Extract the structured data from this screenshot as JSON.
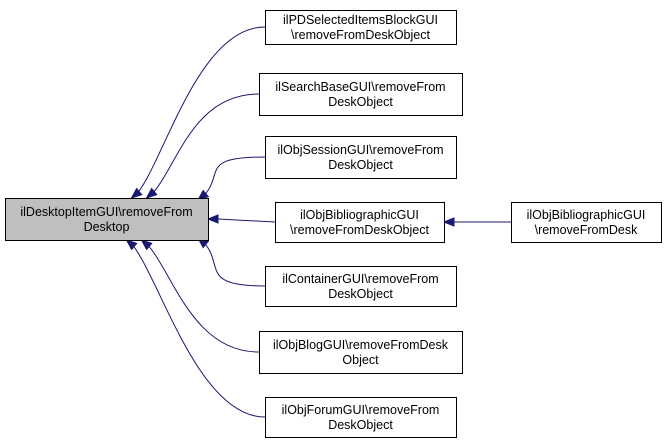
{
  "graph": {
    "edge_color": "#191970",
    "node_fill": "#ffffff",
    "focus_fill": "#bfbfbf",
    "nodes": [
      {
        "id": "focus",
        "line1": "ilDesktopItemGUI\\removeFrom",
        "line2": "Desktop",
        "focus": true
      },
      {
        "id": "pdselected",
        "line1": "ilPDSelectedItemsBlockGUI",
        "line2": "\\removeFromDeskObject"
      },
      {
        "id": "searchbase",
        "line1": "ilSearchBaseGUI\\removeFrom",
        "line2": "DeskObject"
      },
      {
        "id": "objsession",
        "line1": "ilObjSessionGUI\\removeFrom",
        "line2": "DeskObject"
      },
      {
        "id": "objbib",
        "line1": "ilObjBibliographicGUI",
        "line2": "\\removeFromDeskObject"
      },
      {
        "id": "objbib2",
        "line1": "ilObjBibliographicGUI",
        "line2": "\\removeFromDesk"
      },
      {
        "id": "container",
        "line1": "ilContainerGUI\\removeFrom",
        "line2": "DeskObject"
      },
      {
        "id": "objblog",
        "line1": "ilObjBlogGUI\\removeFromDesk",
        "line2": "Object"
      },
      {
        "id": "objforum",
        "line1": "ilObjForumGUI\\removeFrom",
        "line2": "DeskObject"
      }
    ],
    "edges": [
      {
        "from": "pdselected",
        "to": "focus"
      },
      {
        "from": "searchbase",
        "to": "focus"
      },
      {
        "from": "objsession",
        "to": "focus"
      },
      {
        "from": "objbib",
        "to": "focus"
      },
      {
        "from": "container",
        "to": "focus"
      },
      {
        "from": "objblog",
        "to": "focus"
      },
      {
        "from": "objforum",
        "to": "focus"
      },
      {
        "from": "objbib2",
        "to": "objbib"
      }
    ]
  }
}
